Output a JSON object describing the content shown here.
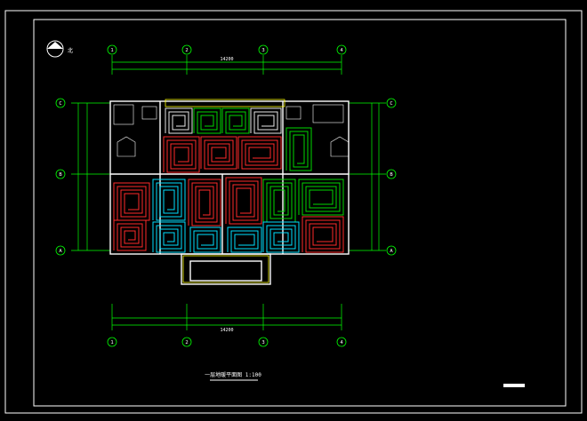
{
  "drawing": {
    "title": "一层地暖平面图",
    "scale": "1:100",
    "colors": {
      "background": "#000000",
      "frame": "#ffffff",
      "axis": "#00ff00",
      "wall": "#ffffff",
      "dimension": "#00ff00",
      "coil_red": "#ff2a2a",
      "coil_green": "#00d800",
      "coil_cyan": "#00e0ff",
      "coil_white": "#e8e8e8",
      "accent": "#ffff00"
    },
    "axes_columns": [
      "1",
      "2",
      "3",
      "4"
    ],
    "axes_rows": [
      "C",
      "B",
      "A"
    ],
    "compass_label": "北",
    "dimensions": {
      "top_total": "14200",
      "bottom_total": "14200"
    },
    "north_icon": "north-arrow-icon",
    "title_icon": "title-underline"
  }
}
